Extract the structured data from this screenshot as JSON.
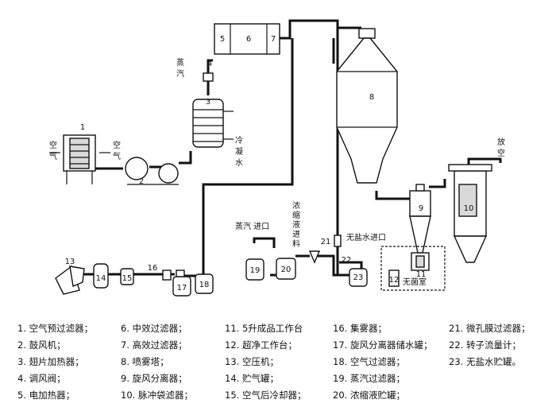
{
  "labels": {
    "n1": "1",
    "n2": "2",
    "n3": "3",
    "n4": "4",
    "n5": "5",
    "n6": "6",
    "n7": "7",
    "n8": "8",
    "n9": "9",
    "n10": "10",
    "n11": "11",
    "n12": "12",
    "n13": "13",
    "n14": "14",
    "n15": "15",
    "n16": "16",
    "n17": "17",
    "n18": "18",
    "n19": "19",
    "n20": "20",
    "n21": "21",
    "n22": "22",
    "n23": "23",
    "steam_top": [
      "蒸",
      "汽"
    ],
    "air_left": [
      "空",
      "气"
    ],
    "air_right": [
      "空",
      "气"
    ],
    "cooling_water": [
      "冷",
      "凝",
      "水"
    ],
    "steam_inlet": "蒸汽  进口",
    "concentrate_feed": [
      "浓",
      "缩",
      "液",
      "进",
      "料"
    ],
    "deionized_inlet": "无盐水进口",
    "vent": [
      "放",
      "空"
    ],
    "sterile_room": "无菌室"
  },
  "legend": [
    [
      "1.  空气预过滤器；",
      "2.  鼓风机；",
      "3.  翅片加热器；",
      "4.  调风阀；",
      "5.  电加热器；"
    ],
    [
      "6.  中效过滤器；",
      "7.  高效过滤器；",
      "8.  喷雾塔；",
      "9.  旋风分离器；",
      "10.  脉冲袋滤器；"
    ],
    [
      "11.  5升成品工作台",
      "12.  超净工作台；",
      "13.  空压机；",
      "14.  贮气罐；",
      "15.  空气后冷却器；"
    ],
    [
      "16.  集雾器；",
      "17.  旋风分离器储水罐；",
      "18.  空气过滤器；",
      "19.  蒸汽过滤器；",
      "20.  浓缩液贮罐；"
    ],
    [
      "21.  微孔膜过滤器；",
      "22.  转子流量计；",
      "23.  无盐水贮罐。",
      "",
      ""
    ]
  ]
}
